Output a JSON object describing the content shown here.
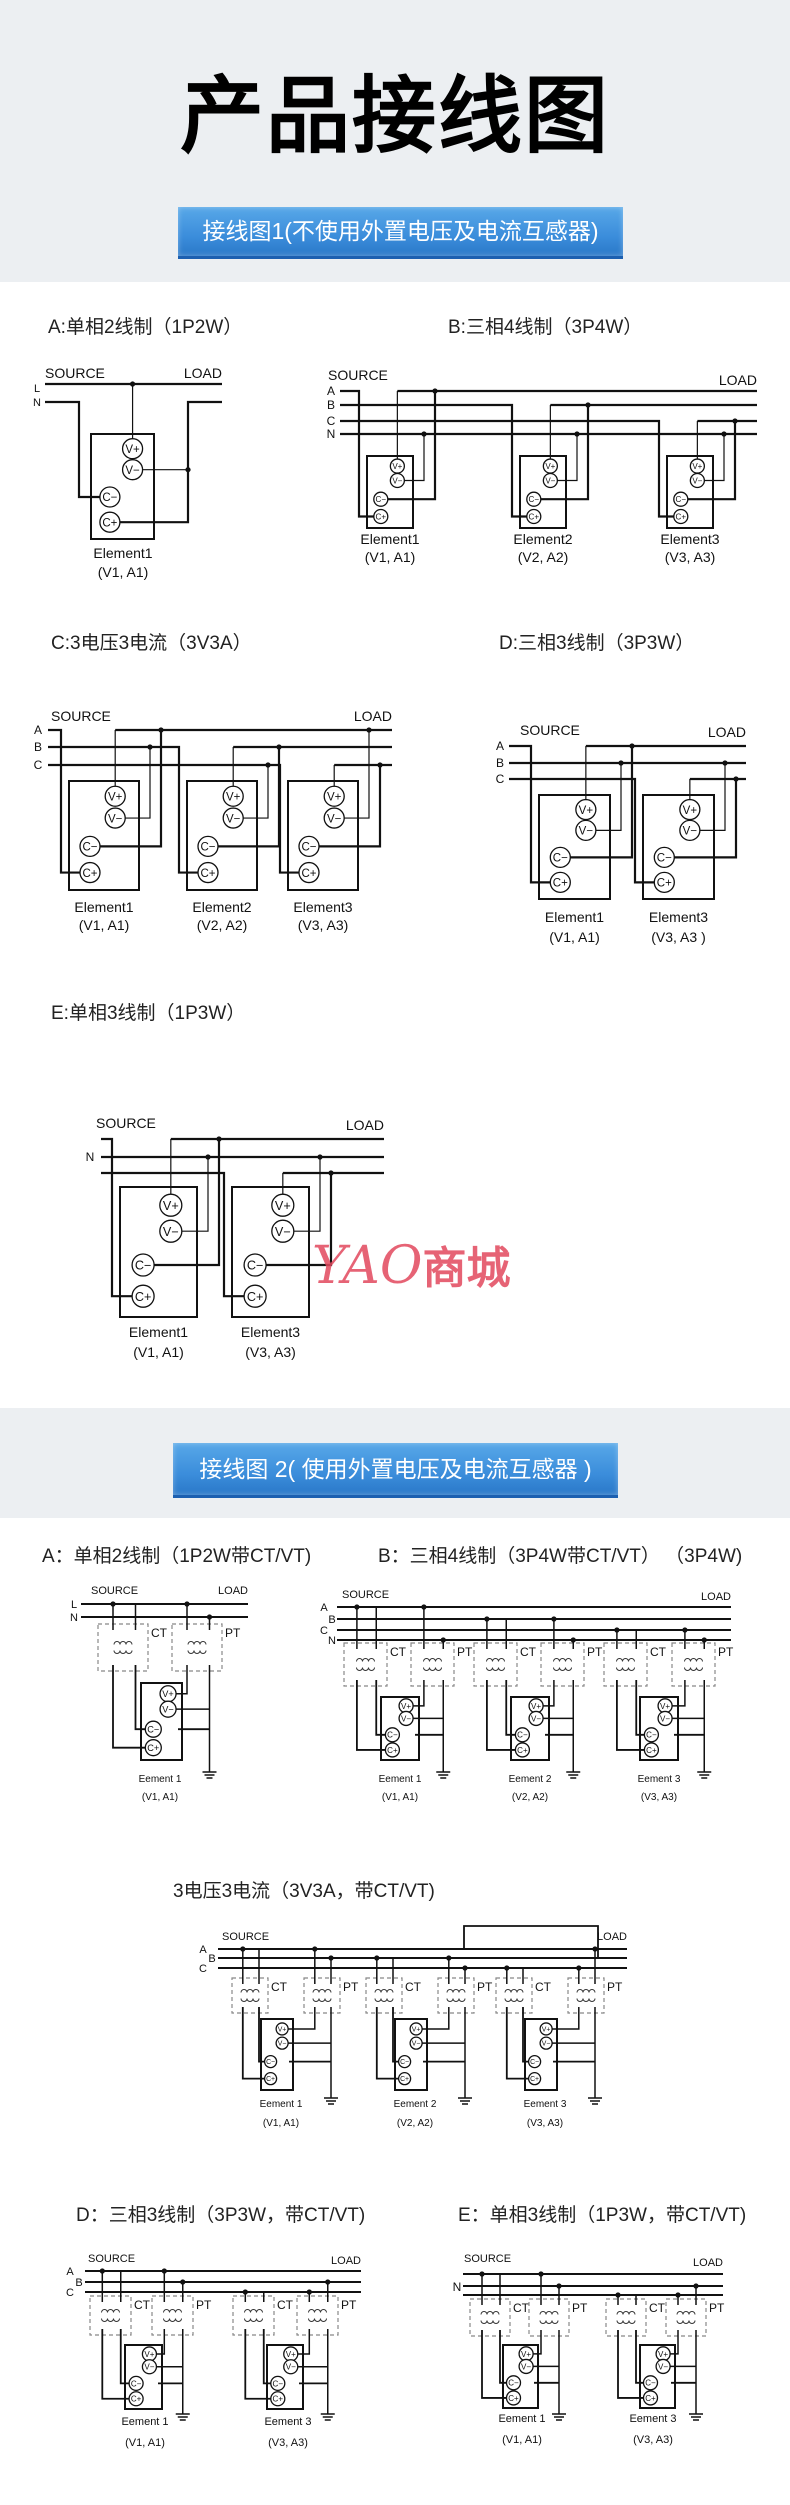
{
  "title": "产品接线图",
  "common": {
    "source": "SOURCE",
    "load": "LOAD",
    "ct": "CT",
    "pt": "PT",
    "terms": {
      "vp": "V+",
      "vm": "V−",
      "cm": "C−",
      "cp": "C+"
    }
  },
  "watermark": {
    "latin": "YAO",
    "cn": "商城"
  },
  "s1": {
    "banner": "接线图1(不使用外置电压及电流互感器)",
    "a": {
      "title": "A:单相2线制（1P2W）",
      "phases": [
        "L",
        "N"
      ],
      "elements": [
        {
          "name": "Element1",
          "ch": "(V1, A1)"
        }
      ]
    },
    "b": {
      "title": "B:三相4线制（3P4W）",
      "phases": [
        "A",
        "B",
        "C",
        "N"
      ],
      "elements": [
        {
          "name": "Element1",
          "ch": "(V1, A1)"
        },
        {
          "name": "Element2",
          "ch": "(V2, A2)"
        },
        {
          "name": "Element3",
          "ch": "(V3, A3)"
        }
      ]
    },
    "c": {
      "title": "C:3电压3电流（3V3A）",
      "phases": [
        "A",
        "B",
        "C"
      ],
      "elements": [
        {
          "name": "Element1",
          "ch": "(V1, A1)"
        },
        {
          "name": "Element2",
          "ch": "(V2, A2)"
        },
        {
          "name": "Element3",
          "ch": "(V3, A3)"
        }
      ]
    },
    "d": {
      "title": "D:三相3线制（3P3W）",
      "phases": [
        "A",
        "B",
        "C"
      ],
      "elements": [
        {
          "name": "Element1",
          "ch": "(V1, A1)"
        },
        {
          "name": "Element3",
          "ch": "(V3, A3 )"
        }
      ]
    },
    "e": {
      "title": "E:单相3线制（1P3W）",
      "phases": [
        "N"
      ],
      "elements": [
        {
          "name": "Element1",
          "ch": "(V1, A1)"
        },
        {
          "name": "Element3",
          "ch": "(V3, A3)"
        }
      ]
    }
  },
  "s2": {
    "banner": "接线图 2( 使用外置电压及电流互感器 )",
    "a": {
      "title": "A：单相2线制（1P2W带CT/VT)",
      "phases": [
        "L",
        "N"
      ],
      "elements": [
        {
          "name": "Eement 1",
          "ch": "(V1, A1)"
        }
      ]
    },
    "b": {
      "title": "B：三相4线制（3P4W带CT/VT） （3P4W)",
      "phases": [
        "A",
        "B",
        "C",
        "N"
      ],
      "elements": [
        {
          "name": "Eement 1",
          "ch": "(V1, A1)"
        },
        {
          "name": "Eement 2",
          "ch": "(V2, A2)"
        },
        {
          "name": "Eement 3",
          "ch": "(V3, A3)"
        }
      ]
    },
    "c": {
      "title": "3电压3电流（3V3A，带CT/VT)",
      "phases": [
        "A",
        "B",
        "C"
      ],
      "elements": [
        {
          "name": "Eement 1",
          "ch": "(V1, A1)"
        },
        {
          "name": "Eement 2",
          "ch": "(V2, A2)"
        },
        {
          "name": "Eement 3",
          "ch": "(V3, A3)"
        }
      ]
    },
    "d": {
      "title": "D：三相3线制（3P3W，带CT/VT)",
      "phases": [
        "A",
        "B",
        "C"
      ],
      "elements": [
        {
          "name": "Eement 1",
          "ch": "(V1, A1)"
        },
        {
          "name": "Eement 3",
          "ch": "(V3, A3)"
        }
      ]
    },
    "e": {
      "title": "E：单相3线制（1P3W，带CT/VT)",
      "phases": [
        "N"
      ],
      "elements": [
        {
          "name": "Eement 1",
          "ch": "(V1, A1)"
        },
        {
          "name": "Eement 3",
          "ch": "(V3, A3)"
        }
      ]
    }
  }
}
